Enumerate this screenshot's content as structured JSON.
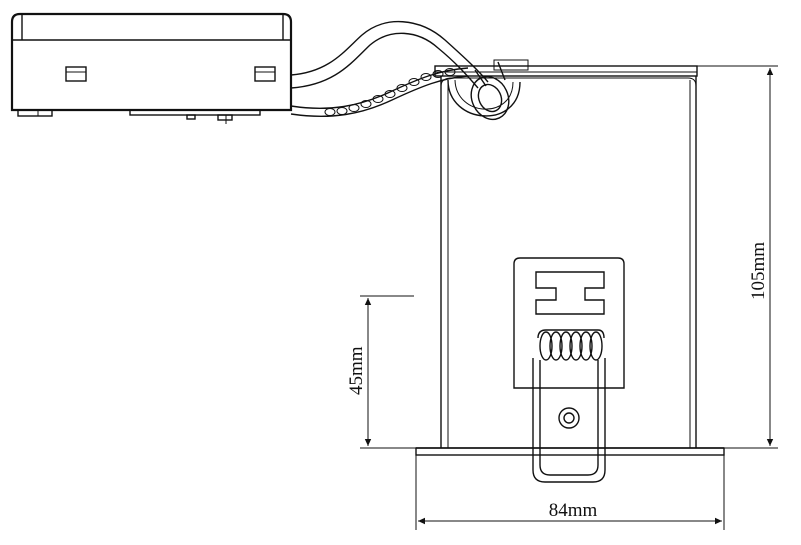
{
  "dimensions": {
    "height_total": "105mm",
    "height_clip": "45mm",
    "width_bottom": "84mm"
  }
}
